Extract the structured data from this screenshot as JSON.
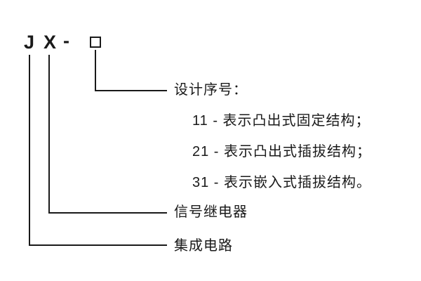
{
  "diagram": {
    "title_semantics": "relay-model-designation-diagram",
    "code": {
      "letter_j": "J",
      "letter_x": "X",
      "dash": "-",
      "placeholder_box": "design-serial-placeholder"
    },
    "design_serial": {
      "label": "设计序号：",
      "items": [
        "11 - 表示凸出式固定结构；",
        "21 - 表示凸出式插拔结构；",
        "31 - 表示嵌入式插拔结构。"
      ]
    },
    "signal_relay_label": "信号继电器",
    "integrated_circuit_label": "集成电路",
    "colors": {
      "line": "#1a1a1a",
      "text": "#1a1a1a",
      "background": "#ffffff"
    }
  }
}
